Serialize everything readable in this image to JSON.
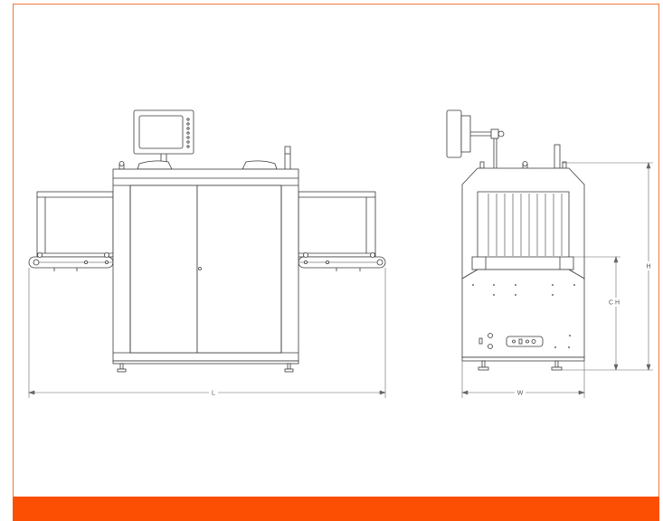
{
  "colors": {
    "frame": "#ee7a3b",
    "footer_bar": "#fd4f03",
    "line": "#3a3a3a",
    "dimension": "#666666"
  },
  "dimensions": {
    "length_label": "L",
    "width_label": "W",
    "height_label": "H",
    "conveyor_height_label": "C H"
  }
}
